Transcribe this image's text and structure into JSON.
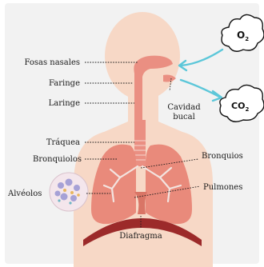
{
  "labels": {
    "fosas_nasales": "Fosas nasales",
    "faringe": "Faringe",
    "laringe": "Laringe",
    "cavidad_bucal_1": "Cavidad",
    "cavidad_bucal_2": "bucal",
    "traquea": "Tráquea",
    "bronquiolos": "Bronquiolos",
    "bronquios": "Bronquios",
    "alveolos": "Alvéolos",
    "pulmones": "Pulmones",
    "diafragma": "Diafragma"
  },
  "gases": {
    "o2": {
      "base": "O",
      "sub": "2"
    },
    "co2": {
      "base": "CO",
      "sub": "2"
    }
  },
  "colors": {
    "background_panel": "#f2f2f2",
    "body_skin": "#f7d8c6",
    "airway": "#ea8f82",
    "lungs": "#e98a7b",
    "diaphragm": "#9c2a2a",
    "arrows": "#5cc7d9",
    "bronchi": "#f3e4e0"
  }
}
